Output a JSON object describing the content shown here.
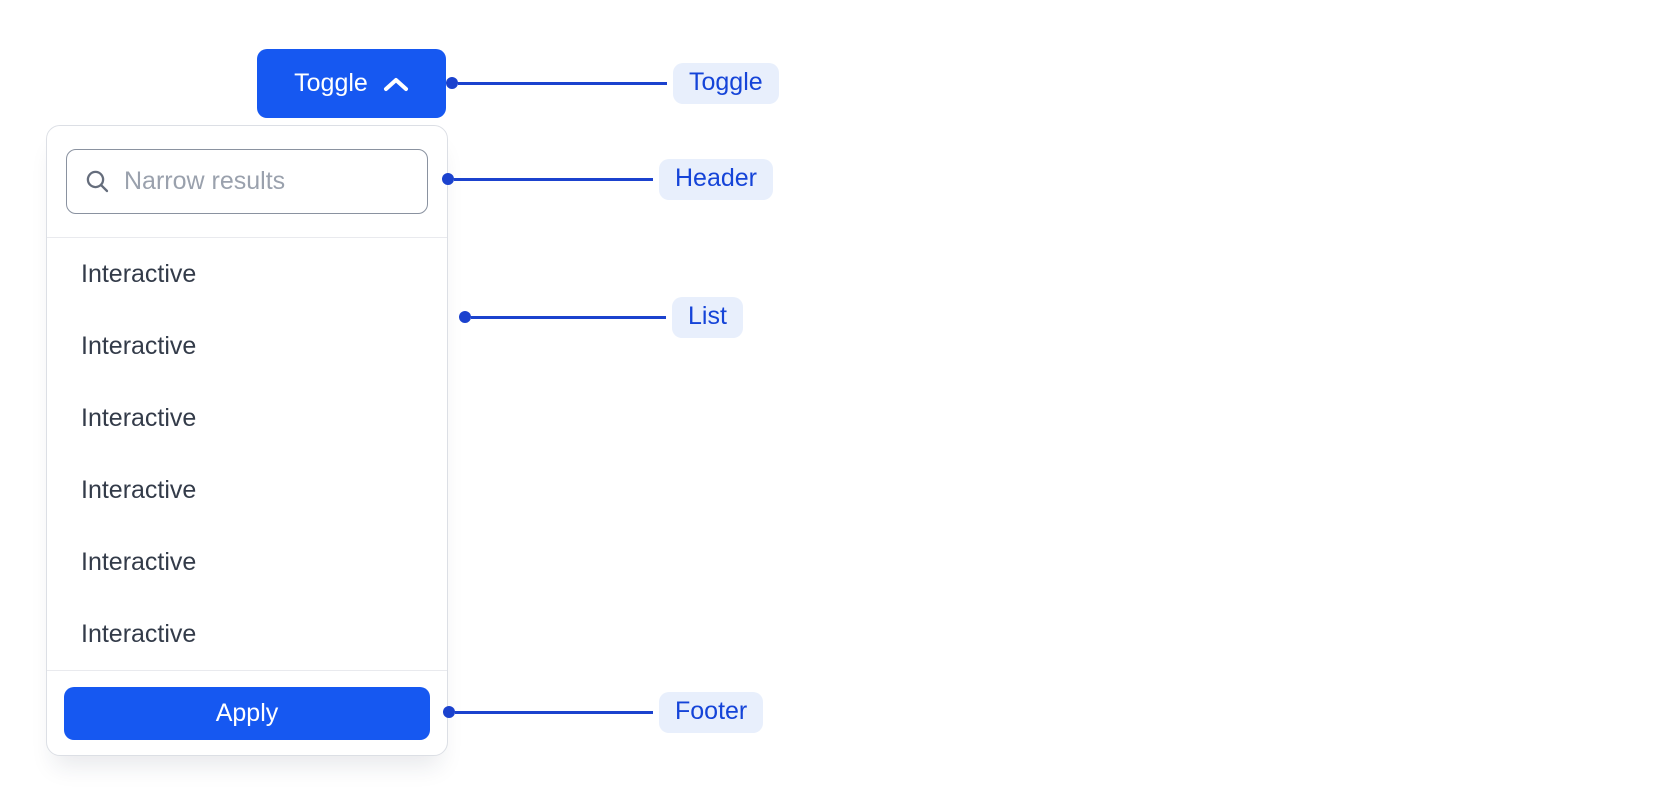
{
  "toggle_button": {
    "label": "Toggle",
    "icon": "chevron-up-icon",
    "state": "expanded"
  },
  "dropdown": {
    "header": {
      "search_icon": "search-icon",
      "search_placeholder": "Narrow results",
      "search_value": ""
    },
    "list": {
      "items": [
        "Interactive",
        "Interactive",
        "Interactive",
        "Interactive",
        "Interactive",
        "Interactive"
      ]
    },
    "footer": {
      "apply_label": "Apply"
    }
  },
  "annotations": [
    {
      "label": "Toggle",
      "target": "toggle-button"
    },
    {
      "label": "Header",
      "target": "dropdown-header"
    },
    {
      "label": "List",
      "target": "dropdown-list"
    },
    {
      "label": "Footer",
      "target": "dropdown-footer"
    }
  ],
  "colors": {
    "button_blue": "#1658F1",
    "annotation_blue": "#1B42CE",
    "annotation_pill_bg": "#E8EFFC",
    "annotation_text_blue": "#1544D8",
    "panel_border": "#DCDFE5",
    "divider": "#E9EAEE",
    "input_border": "#8A92A0",
    "list_text": "#333B49",
    "placeholder_gray": "#9AA1AD",
    "background": "#FFFFFF"
  }
}
